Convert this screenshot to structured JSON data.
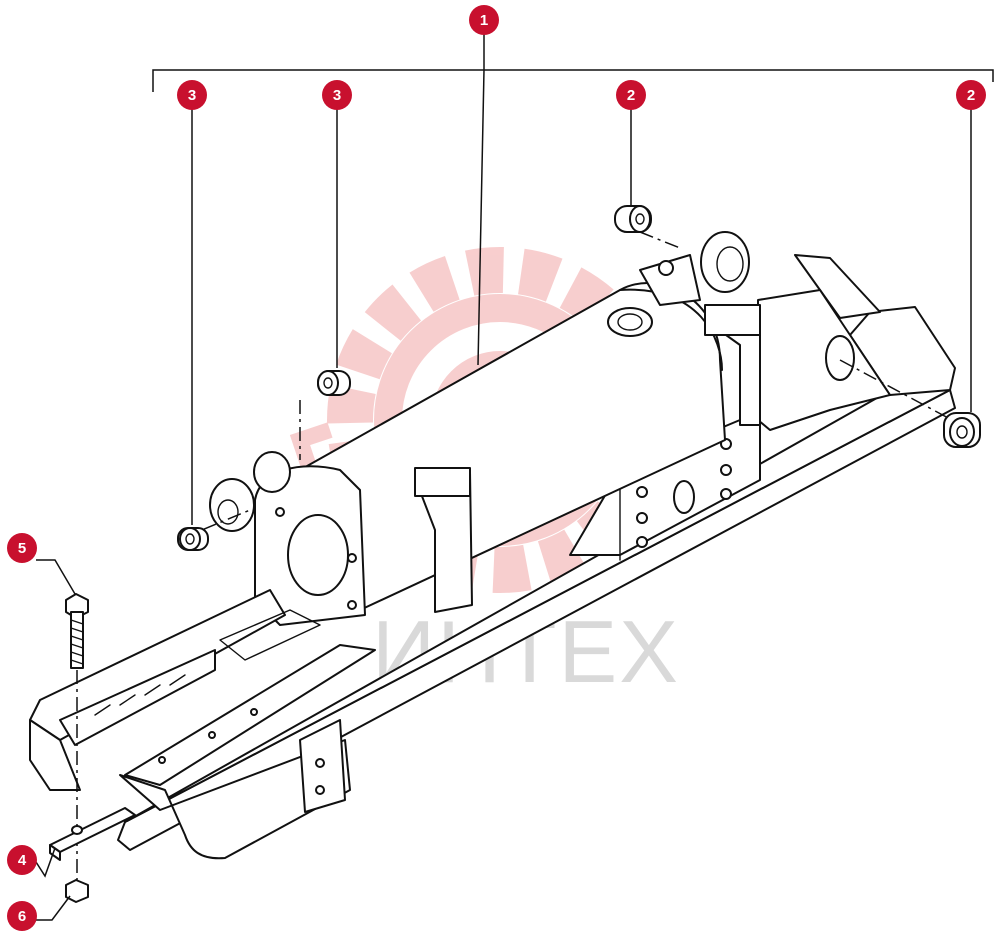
{
  "watermark": {
    "text": "ИНТЕХ",
    "color": "#d9d9d9",
    "logo_color": "#f7c9c9",
    "logo_icon": "gear-wrench-logo-icon"
  },
  "callouts": [
    {
      "id": "callout-1",
      "label": "1"
    },
    {
      "id": "callout-3a",
      "label": "3"
    },
    {
      "id": "callout-3b",
      "label": "3"
    },
    {
      "id": "callout-2a",
      "label": "2"
    },
    {
      "id": "callout-2b",
      "label": "2"
    },
    {
      "id": "callout-5",
      "label": "5"
    },
    {
      "id": "callout-4",
      "label": "4"
    },
    {
      "id": "callout-6",
      "label": "6"
    }
  ],
  "colors": {
    "callout_fill": "#c8102e",
    "callout_text": "#ffffff",
    "line": "#111111"
  }
}
